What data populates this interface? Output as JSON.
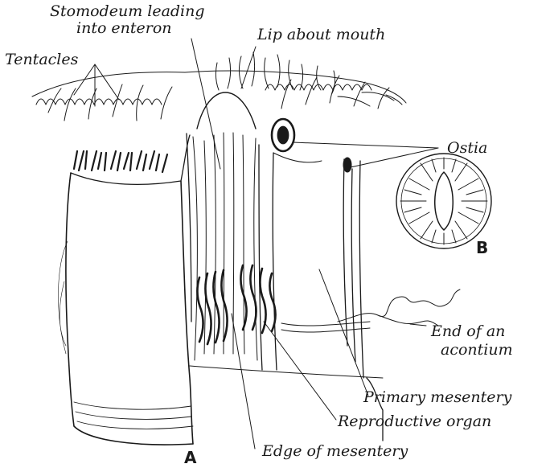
{
  "figure": {
    "panel_a_letter": "A",
    "panel_b_letter": "B",
    "labels": {
      "stomodeum_line1": "Stomodeum leading",
      "stomodeum_line2": "into enteron",
      "lip": "Lip about mouth",
      "tentacles": "Tentacles",
      "ostia": "Ostia",
      "acontium_line1": "End of an",
      "acontium_line2": "acontium",
      "primary_mesentery": "Primary mesentery",
      "reproductive_organ": "Reproductive organ",
      "edge_of_mesentery": "Edge of mesentery"
    }
  },
  "colors": {
    "ink": "#1a1a1a",
    "paper": "#ffffff"
  }
}
